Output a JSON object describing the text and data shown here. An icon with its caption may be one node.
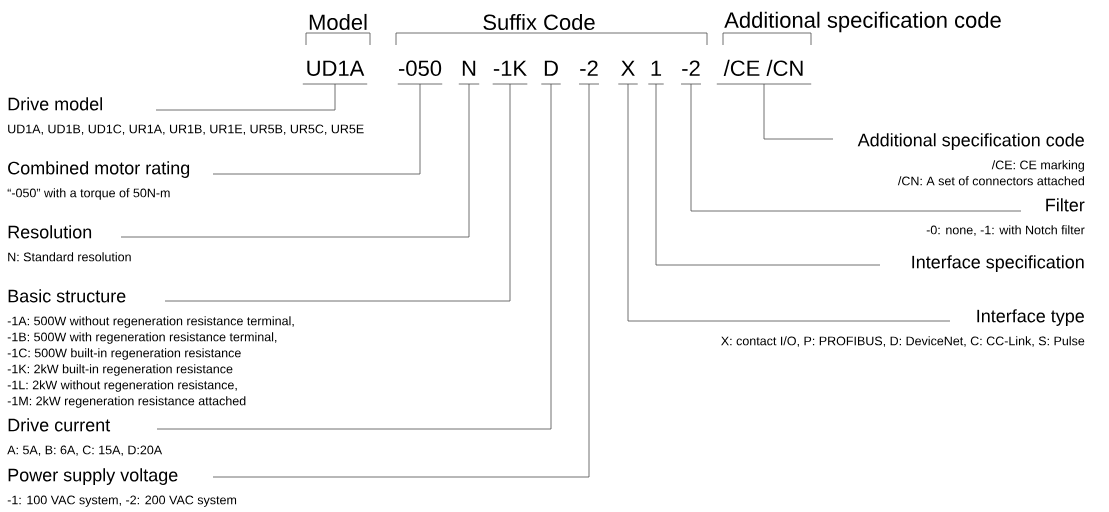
{
  "diagram": {
    "nodes": [
      {
        "text": [
          "UD1A"
        ]
      },
      {
        "text": [
          "-050"
        ]
      },
      {
        "text": [
          "N"
        ]
      },
      {
        "text": [
          "-1K"
        ]
      },
      {
        "text": [
          "D"
        ]
      },
      {
        "text": [
          "-2"
        ]
      },
      {
        "text": [
          "X"
        ]
      },
      {
        "text": [
          "1"
        ]
      },
      {
        "text": [
          "-2"
        ]
      },
      {
        "text": [
          "/CE",
          "/CN"
        ]
      },
      {
        "text": [
          "Drive model",
          "UD1A, UD1B, UD1C, UR1A, UR1B, UR1E, UR5B, UR5C, UR5E"
        ]
      },
      {
        "text": [
          "Additional specification code",
          "/CE: CE marking",
          "/CN: A set of connectors attached"
        ]
      },
      {
        "text": [
          "Combined motor rating",
          "“-050” with a torque of 50N-m"
        ]
      },
      {
        "text": [
          "Filter",
          "-0: none, -1: with Notch filter"
        ]
      },
      {
        "text": [
          "Resolution",
          "N: Standard resolution"
        ]
      },
      {
        "text": [
          "Interface specification"
        ]
      },
      {
        "text": [
          "Basic structure",
          "-1A: 500W without regeneration resistance terminal,",
          "-1B: 500W with regeneration resistance terminal,",
          "-1C: 500W built-in regeneration resistance",
          "-1K: 2kW built-in regeneration resistance",
          "-1L: 2kW without regeneration resistance,",
          "-1M: 2kW regeneration resistance attached"
        ]
      },
      {
        "text": [
          "Interface type",
          "X: contact I/O, P: PROFIBUS, D: DeviceNet, C: CC-Link, S: Pulse"
        ]
      },
      {
        "text": [
          "Drive current",
          "A: 5A, B: 6A, C: 15A, D:20A"
        ]
      },
      {
        "text": [
          "Power supply voltage",
          "-1: 100 VAC system, -2: 200 VAC system"
        ]
      }
    ],
    "edges": [
      {
        "from": 10,
        "to": 0,
        "arrow": "none"
      },
      {
        "from": 12,
        "to": 1,
        "arrow": "none"
      },
      {
        "from": 14,
        "to": 2,
        "arrow": "none"
      },
      {
        "from": 16,
        "to": 3,
        "arrow": "none"
      },
      {
        "from": 18,
        "to": 4,
        "arrow": "none"
      },
      {
        "from": 19,
        "to": 5,
        "arrow": "none"
      },
      {
        "from": 17,
        "to": 6,
        "arrow": "none"
      },
      {
        "from": 15,
        "to": 7,
        "arrow": "none"
      },
      {
        "from": 13,
        "to": 8,
        "arrow": "none"
      },
      {
        "from": 11,
        "to": 9,
        "arrow": "none"
      }
    ],
    "labels": [
      "Model",
      "Suffix Code",
      "Additional specification code"
    ]
  }
}
